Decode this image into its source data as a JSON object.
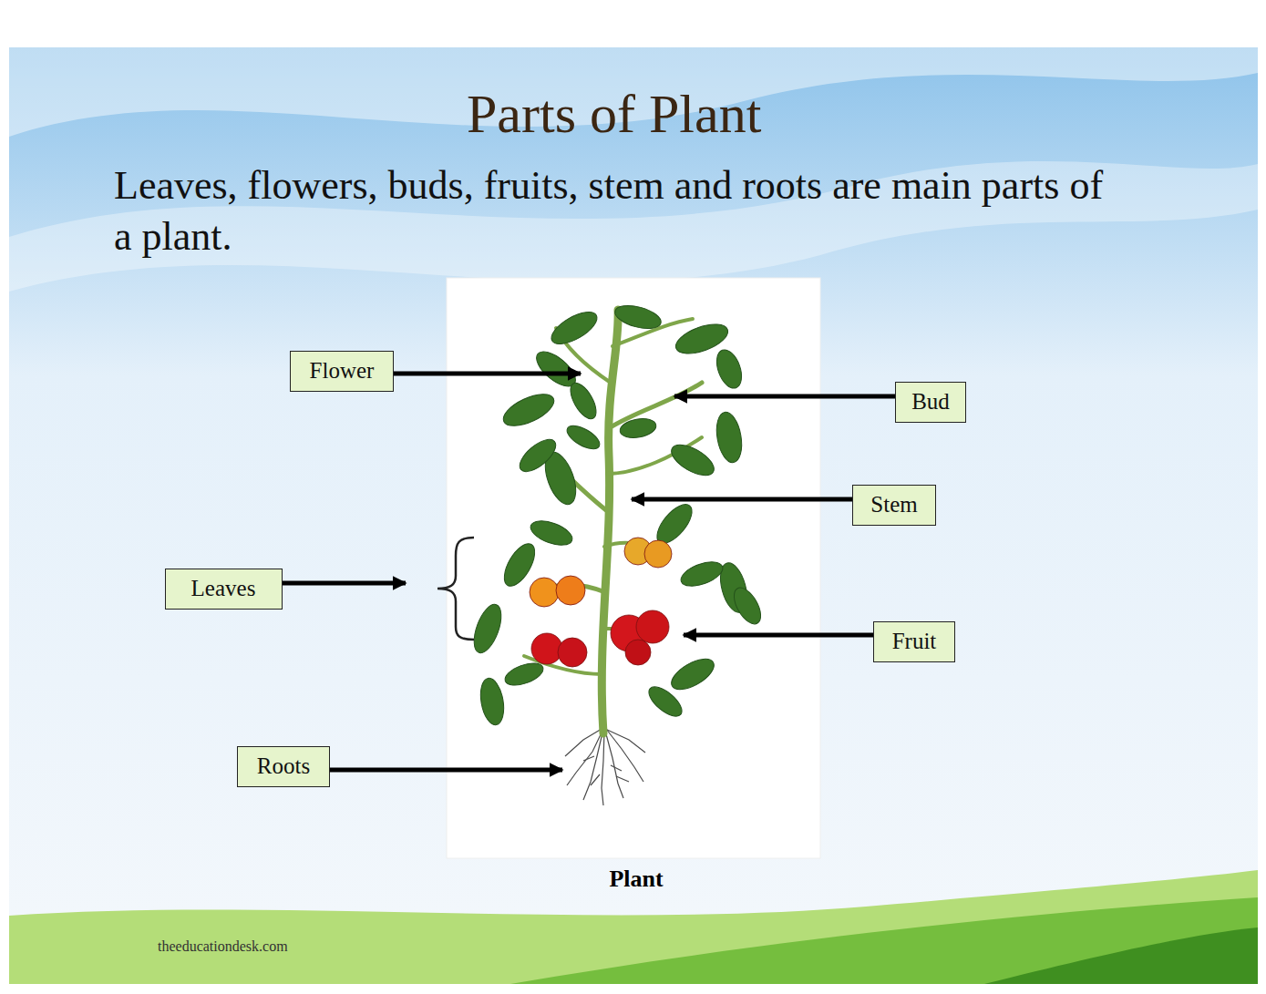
{
  "diagram": {
    "title": "Parts of Plant",
    "nodes": [
      {
        "text": [
          "Flower"
        ]
      },
      {
        "text": [
          "Bud"
        ]
      },
      {
        "text": [
          "Stem"
        ]
      },
      {
        "text": [
          "Leaves"
        ]
      },
      {
        "text": [
          "Fruit"
        ]
      },
      {
        "text": [
          "Roots"
        ]
      }
    ],
    "labels": [
      "Leaves, flowers, buds, fruits, stem and roots are main parts of a plant.",
      "Plant",
      "theeducationdesk.com"
    ]
  }
}
